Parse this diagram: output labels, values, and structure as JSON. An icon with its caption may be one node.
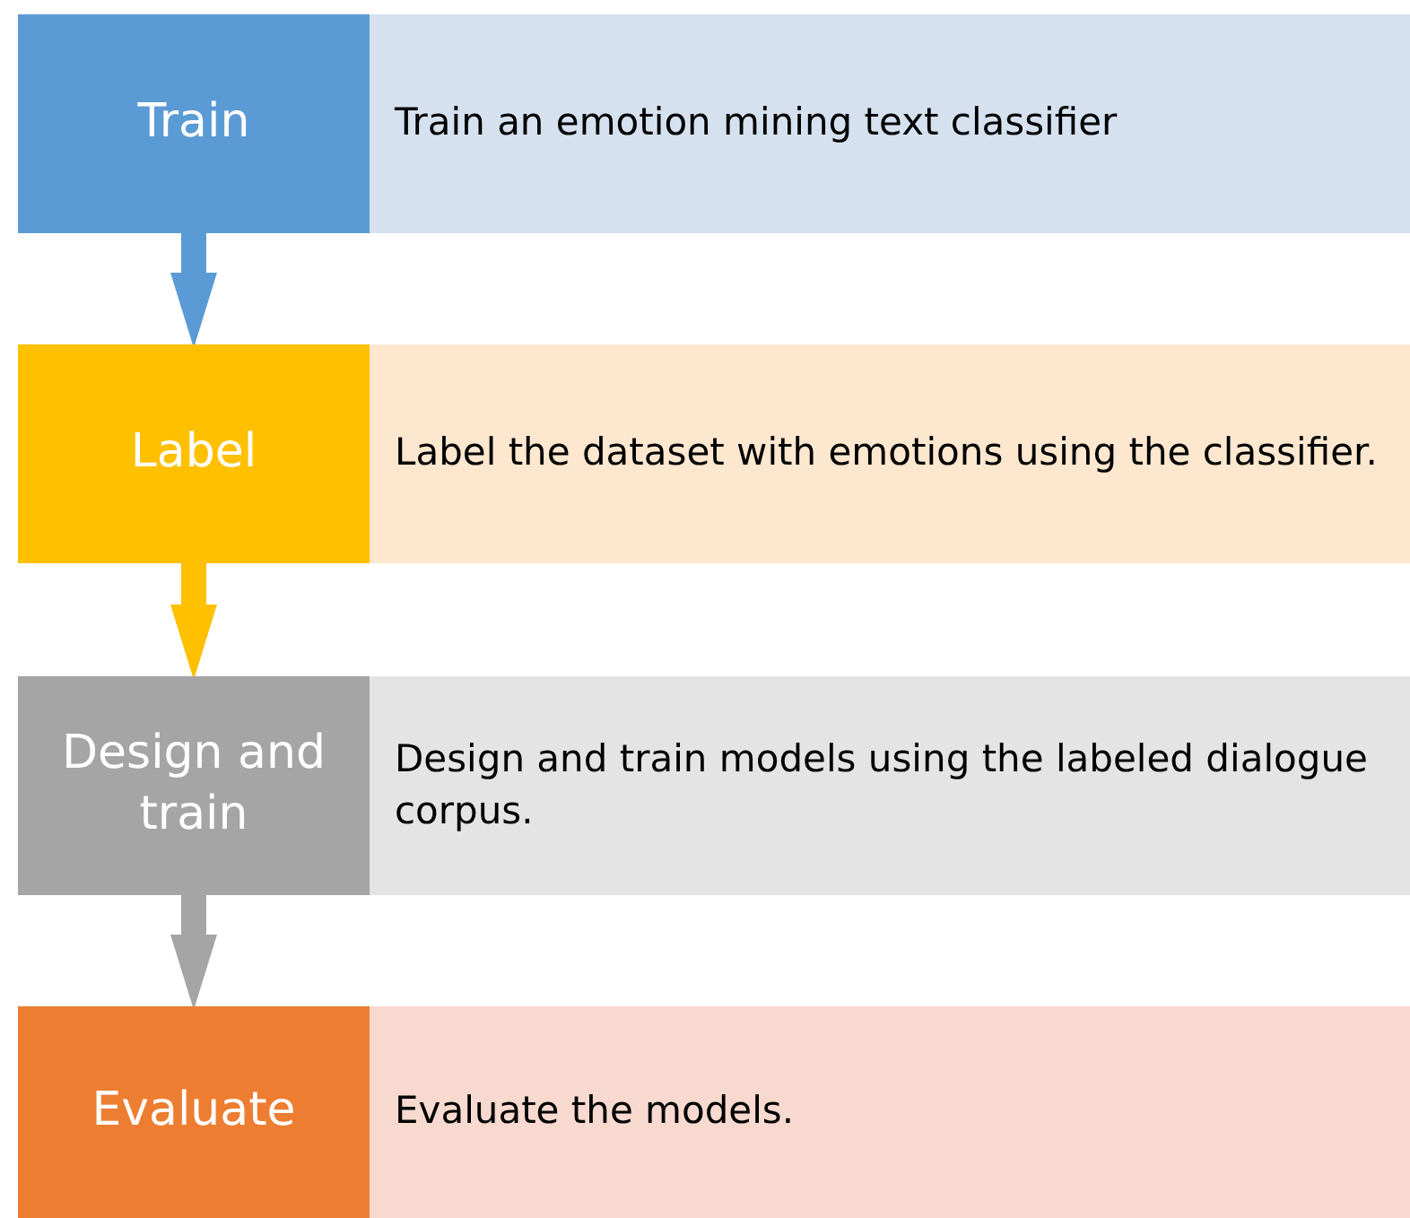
{
  "diagram": {
    "nodes": [
      {
        "text": [
          "Train"
        ]
      },
      {
        "text": [
          "Train an emotion mining text classifier"
        ]
      },
      {
        "text": [
          "Label"
        ]
      },
      {
        "text": [
          "Label the dataset with emotions using the classifier."
        ]
      },
      {
        "text": [
          "Design and train"
        ]
      },
      {
        "text": [
          "Design and train models using the labeled dialogue corpus."
        ]
      },
      {
        "text": [
          "Evaluate"
        ]
      },
      {
        "text": [
          "Evaluate the models."
        ]
      }
    ],
    "edges": [
      {
        "from": 0,
        "to": 2,
        "arrow": "to",
        "color": "#5b9bd5"
      },
      {
        "from": 2,
        "to": 4,
        "arrow": "to",
        "color": "#ffc000"
      },
      {
        "from": 4,
        "to": 6,
        "arrow": "to",
        "color": "#a5a5a5"
      }
    ]
  }
}
